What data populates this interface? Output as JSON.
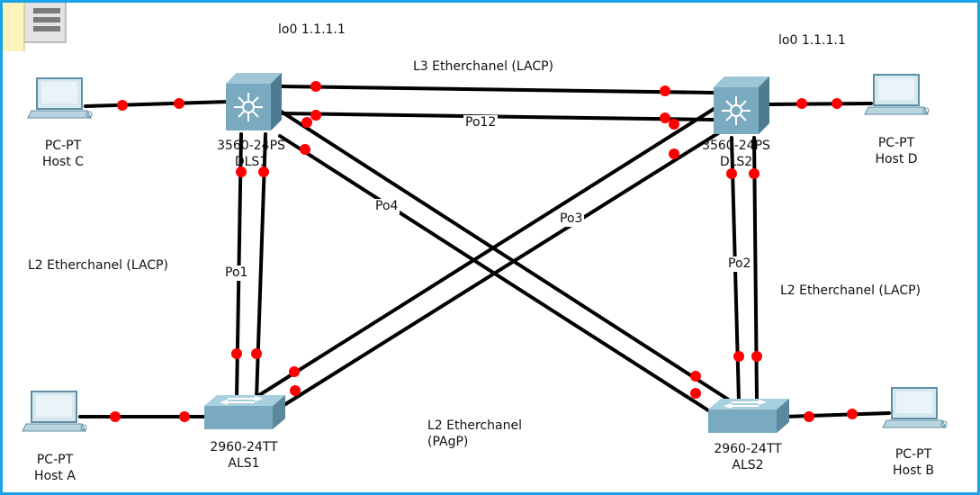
{
  "notes": [
    {
      "text": "lo0 1.1.1.1"
    },
    {
      "text": "lo0 1.1.1.1"
    },
    {
      "text": "L3 Etherchanel (LACP)"
    },
    {
      "text": "L2 Etherchanel (LACP)"
    },
    {
      "text": "L2 Etherchanel (LACP)"
    },
    {
      "text": "L2 Etherchanel"
    },
    {
      "text": "(PAgP)"
    }
  ],
  "links": {
    "po12": "Po12",
    "po4": "Po4",
    "po3": "Po3",
    "po1": "Po1",
    "po2": "Po2"
  },
  "devices": {
    "host_c": {
      "model": "PC-PT",
      "name": "Host C",
      "icon": "pc-icon"
    },
    "host_d": {
      "model": "PC-PT",
      "name": "Host D",
      "icon": "pc-icon"
    },
    "host_a": {
      "model": "PC-PT",
      "name": "Host A",
      "icon": "pc-icon"
    },
    "host_b": {
      "model": "PC-PT",
      "name": "Host B",
      "icon": "pc-icon"
    },
    "dls1": {
      "model": "3560-24PS",
      "name": "DLS1",
      "icon": "multilayer-switch-icon"
    },
    "dls2": {
      "model": "3560-24PS",
      "name": "DLS2",
      "icon": "multilayer-switch-icon"
    },
    "als1": {
      "model": "2960-24TT",
      "name": "ALS1",
      "icon": "switch-icon"
    },
    "als2": {
      "model": "2960-24TT",
      "name": "ALS2",
      "icon": "switch-icon"
    }
  },
  "colors": {
    "frame": "#1aa3e8",
    "cable": "#000000",
    "port_dot": "#ff0000",
    "multilayer_switch": "#6f9fb6",
    "switch": "#7fb0c4"
  }
}
